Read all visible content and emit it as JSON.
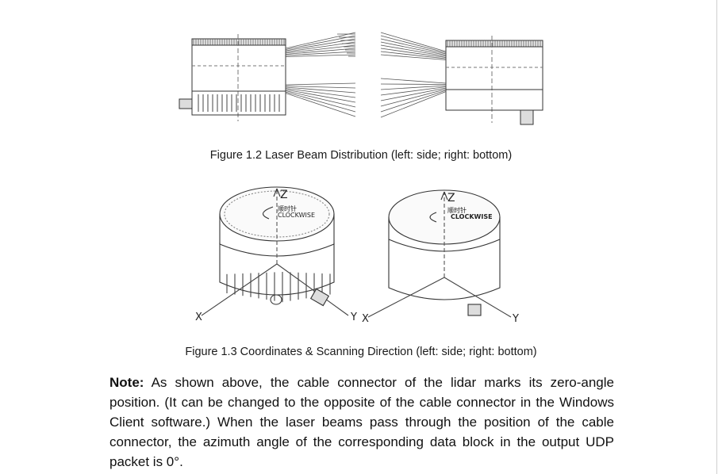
{
  "figure_1_2": {
    "caption": "Figure 1.2 Laser Beam Distribution (left: side; right: bottom)"
  },
  "figure_1_3": {
    "caption": "Figure 1.3 Coordinates & Scanning Direction (left: side; right: bottom)",
    "left": {
      "axis_z": "Z",
      "axis_x": "X",
      "axis_y": "Y",
      "rotation_label_cn": "顺时针",
      "rotation_label_en": "CLOCKWISE"
    },
    "right": {
      "axis_z": "Z",
      "axis_x": "X",
      "axis_y": "Y",
      "rotation_label_cn": "顺时针",
      "rotation_label_en": "CLOCKWISE"
    }
  },
  "note": {
    "label": "Note:",
    "text": " As shown above, the cable connector of the lidar marks its zero-angle position. (It can be changed to the opposite of the cable connector in the Windows Client software.) When the laser beams pass through the position of the cable connector, the azimuth angle of the corresponding data block in the output UDP packet is 0°."
  }
}
